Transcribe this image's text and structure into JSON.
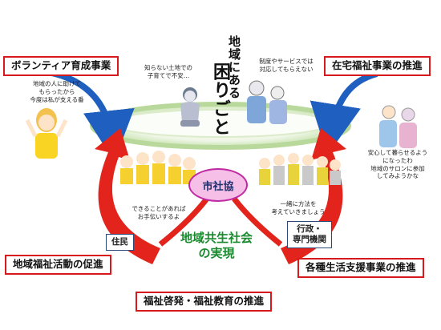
{
  "title_vertical": {
    "line1": "地域にある",
    "line2": "困りごと"
  },
  "corner_labels": {
    "top_left": "ボランティア育成事業",
    "top_right": "在宅福祉事業の推進",
    "bottom_left": "地域福祉活動の促進",
    "bottom_right": "各種生活支援事業の推進",
    "bottom_center": "福祉啓発・福祉教育の推進"
  },
  "center": {
    "badge": "市社協",
    "main_line1": "地域共生社会",
    "main_line2": "の実現"
  },
  "actors": {
    "residents": "住民",
    "admin_line1": "行政・",
    "admin_line2": "専門機関"
  },
  "speech": {
    "volunteer": [
      "地域の人に助けて",
      "もらったから",
      "今度は私が支える番"
    ],
    "parenting": [
      "知らない土地での",
      "子育てで不安…"
    ],
    "services": [
      "制度やサービスでは",
      "対応してもらえない"
    ],
    "elderly": [
      "安心して暮らせるよう",
      "になったわ",
      "地域のサロンに参加",
      "してみようかな"
    ],
    "residents_help": [
      "できることがあれば",
      "お手伝いするよ"
    ],
    "think_together": [
      "一緒に方法を",
      "考えていきましょう"
    ]
  },
  "icons": [
    "volunteer-woman-icon",
    "worried-mother-icon",
    "troubled-elderly-couple-icon",
    "happy-elderly-couple-icon",
    "residents-group-icon",
    "professionals-group-icon"
  ],
  "colors": {
    "accent_red": "#d7191c",
    "arrow_blue": "#1f5fbf",
    "ring_green": "#cfe8b8",
    "center_green": "#1a8a2e",
    "badge_pink": "#f6bfe8"
  }
}
